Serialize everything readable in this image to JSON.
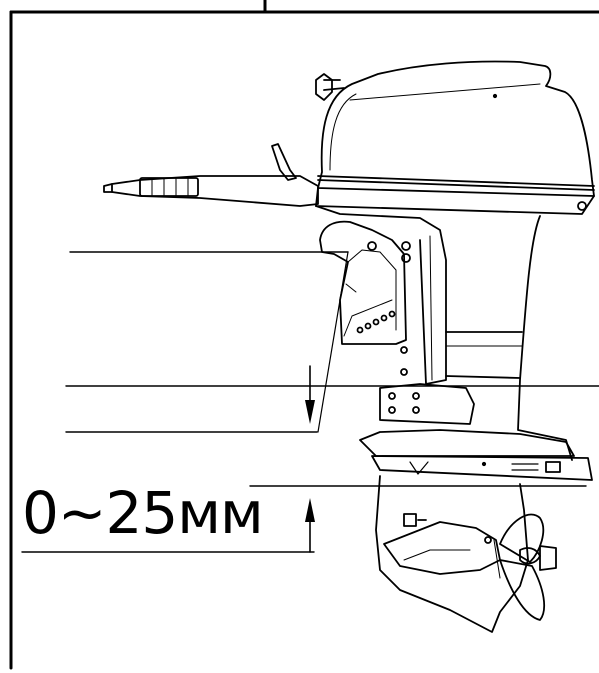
{
  "diagram": {
    "type": "technical-line-drawing",
    "subject": "outboard-motor-side-view",
    "dimension_label": "0~25мм",
    "colors": {
      "line": "#000000",
      "background": "#ffffff"
    }
  }
}
